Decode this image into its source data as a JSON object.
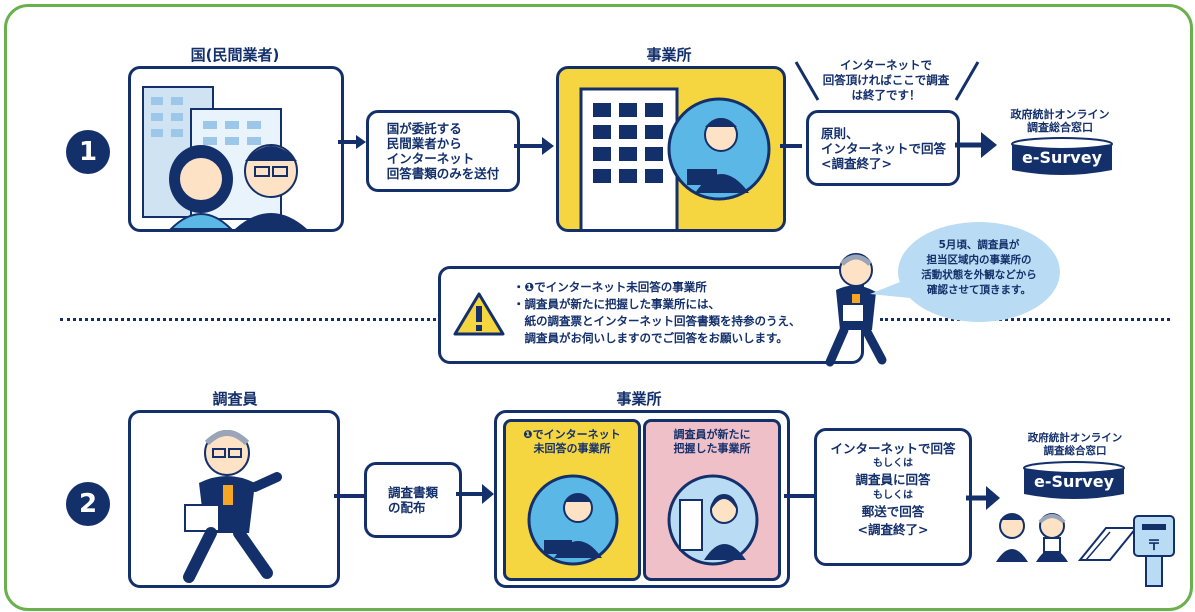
{
  "row1": {
    "number": "1",
    "gov_title": "国(民間業者)",
    "send_text": "国が委託する\n民間業者から\nインターネット\n回答書類のみを送付",
    "office_title": "事業所",
    "note_text": "インターネットで\n回答頂ければここで調査\nは終了です！",
    "answer_text": "原則、\nインターネットで回答\n<調査終了>",
    "portal_title": "政府統計オンライン\n調査総合窓口",
    "esurvey": "e-Survey"
  },
  "middle": {
    "warning_lines": [
      "・❶でインターネット未回答の事業所",
      "・調査員が新たに把握した事業所には、",
      "　紙の調査票とインターネット回答書類を持参のうえ、",
      "　調査員がお伺いしますのでご回答をお願いします。"
    ],
    "bubble_text": "5月頃、調査員が\n担当区域内の事業所の\n活動状態を外観などから\n確認させて頂きます。"
  },
  "row2": {
    "number": "2",
    "enumerator_title": "調査員",
    "distribute_text": "調査書類\nの配布",
    "office_title": "事業所",
    "sub1": "❶でインターネット\n未回答の事業所",
    "sub2": "調査員が新たに\n把握した事業所",
    "answer_line1": "インターネットで回答",
    "answer_or1": "もしくは",
    "answer_line2": "調査員に回答",
    "answer_or2": "もしくは",
    "answer_line3": "郵送で回答",
    "answer_line4": "<調査終了>",
    "portal_title": "政府統計オンライン\n調査総合窓口",
    "esurvey": "e-Survey"
  },
  "colors": {
    "navy": "#14306b",
    "yellow": "#f5d540",
    "pink": "#f0c0c8",
    "skyblue": "#5bb8e6",
    "lightblue": "#b9dbf3",
    "green": "#6ab04c"
  }
}
